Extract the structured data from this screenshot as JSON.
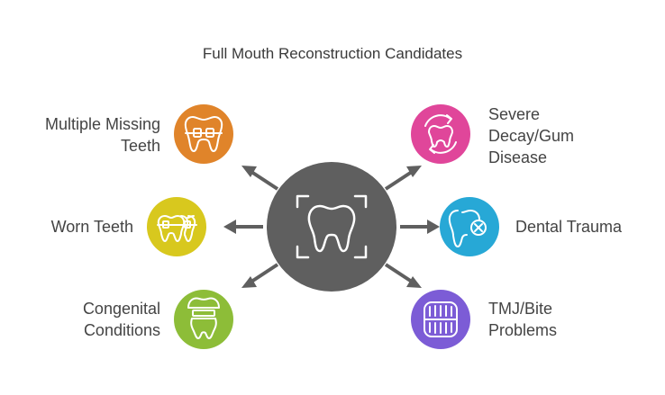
{
  "title": "Full Mouth Reconstruction Candidates",
  "center": {
    "icon": "tooth-icon",
    "color": "#5f5f5f"
  },
  "items": [
    {
      "label": "Multiple Missing Teeth",
      "lines": [
        "Multiple Missing",
        "Teeth"
      ],
      "icon": "braces-tooth-icon",
      "color": "#e0842a"
    },
    {
      "label": "Worn Teeth",
      "lines": [
        "Worn Teeth"
      ],
      "icon": "teeth-braces-icon",
      "color": "#d8c81e"
    },
    {
      "label": "Congenital Conditions",
      "lines": [
        "Congenital",
        "Conditions"
      ],
      "icon": "crown-tooth-icon",
      "color": "#8dbd38"
    },
    {
      "label": "Severe Decay/Gum Disease",
      "lines": [
        "Severe",
        "Decay/Gum",
        "Disease"
      ],
      "icon": "tooth-cycle-icon",
      "color": "#e0469a"
    },
    {
      "label": "Dental Trauma",
      "lines": [
        "Dental Trauma"
      ],
      "icon": "broken-tooth-icon",
      "color": "#27a8d6"
    },
    {
      "label": "TMJ/Bite Problems",
      "lines": [
        "TMJ/Bite",
        "Problems"
      ],
      "icon": "denture-icon",
      "color": "#7c5cd6"
    }
  ]
}
